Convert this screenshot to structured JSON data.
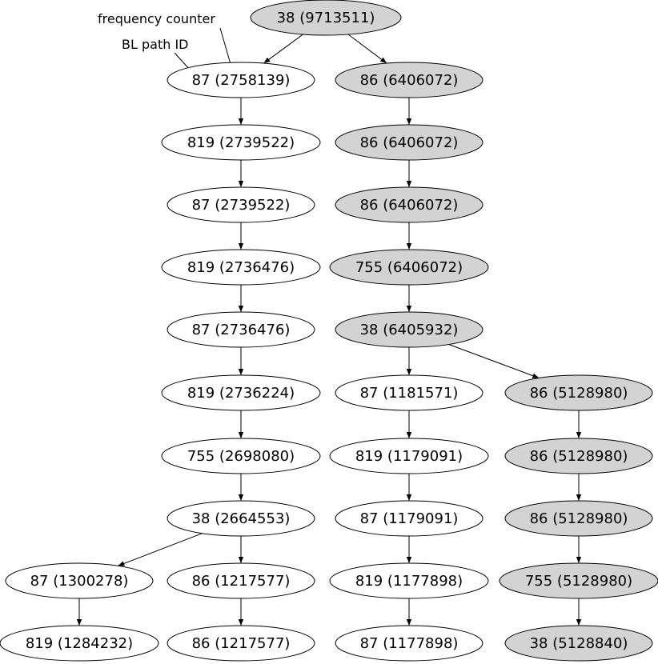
{
  "annotations": {
    "frequency_counter": "frequency counter",
    "bl_path_id": "BL path ID"
  },
  "colors": {
    "highlight_fill": "#d3d3d3",
    "plain_fill": "#ffffff",
    "stroke": "#000000"
  },
  "nodes": [
    {
      "id": "n0",
      "label": "38 (9713511)",
      "highlighted": true
    },
    {
      "id": "n1",
      "label": "87 (2758139)",
      "highlighted": false
    },
    {
      "id": "n2",
      "label": "819 (2739522)",
      "highlighted": false
    },
    {
      "id": "n3",
      "label": "87 (2739522)",
      "highlighted": false
    },
    {
      "id": "n4",
      "label": "819 (2736476)",
      "highlighted": false
    },
    {
      "id": "n5",
      "label": "87 (2736476)",
      "highlighted": false
    },
    {
      "id": "n6",
      "label": "819 (2736224)",
      "highlighted": false
    },
    {
      "id": "n7",
      "label": "755 (2698080)",
      "highlighted": false
    },
    {
      "id": "n8",
      "label": "38 (2664553)",
      "highlighted": false
    },
    {
      "id": "n9",
      "label": "87 (1300278)",
      "highlighted": false
    },
    {
      "id": "n10",
      "label": "819 (1284232)",
      "highlighted": false
    },
    {
      "id": "n11",
      "label": "86 (1217577)",
      "highlighted": false
    },
    {
      "id": "n12",
      "label": "86 (1217577)",
      "highlighted": false
    },
    {
      "id": "n13",
      "label": "86 (6406072)",
      "highlighted": true
    },
    {
      "id": "n14",
      "label": "86 (6406072)",
      "highlighted": true
    },
    {
      "id": "n15",
      "label": "86 (6406072)",
      "highlighted": true
    },
    {
      "id": "n16",
      "label": "755 (6406072)",
      "highlighted": true
    },
    {
      "id": "n17",
      "label": "38 (6405932)",
      "highlighted": true
    },
    {
      "id": "n18",
      "label": "87 (1181571)",
      "highlighted": false
    },
    {
      "id": "n19",
      "label": "819 (1179091)",
      "highlighted": false
    },
    {
      "id": "n20",
      "label": "87 (1179091)",
      "highlighted": false
    },
    {
      "id": "n21",
      "label": "819 (1177898)",
      "highlighted": false
    },
    {
      "id": "n22",
      "label": "87 (1177898)",
      "highlighted": false
    },
    {
      "id": "n23",
      "label": "86 (5128980)",
      "highlighted": true
    },
    {
      "id": "n24",
      "label": "86 (5128980)",
      "highlighted": true
    },
    {
      "id": "n25",
      "label": "86 (5128980)",
      "highlighted": true
    },
    {
      "id": "n26",
      "label": "755 (5128980)",
      "highlighted": true
    },
    {
      "id": "n27",
      "label": "38 (5128840)",
      "highlighted": true
    }
  ],
  "edges": [
    [
      "n0",
      "n1"
    ],
    [
      "n0",
      "n13"
    ],
    [
      "n1",
      "n2"
    ],
    [
      "n2",
      "n3"
    ],
    [
      "n3",
      "n4"
    ],
    [
      "n4",
      "n5"
    ],
    [
      "n5",
      "n6"
    ],
    [
      "n6",
      "n7"
    ],
    [
      "n7",
      "n8"
    ],
    [
      "n8",
      "n9"
    ],
    [
      "n8",
      "n11"
    ],
    [
      "n9",
      "n10"
    ],
    [
      "n11",
      "n12"
    ],
    [
      "n13",
      "n14"
    ],
    [
      "n14",
      "n15"
    ],
    [
      "n15",
      "n16"
    ],
    [
      "n16",
      "n17"
    ],
    [
      "n17",
      "n18"
    ],
    [
      "n17",
      "n23"
    ],
    [
      "n18",
      "n19"
    ],
    [
      "n19",
      "n20"
    ],
    [
      "n20",
      "n21"
    ],
    [
      "n21",
      "n22"
    ],
    [
      "n23",
      "n24"
    ],
    [
      "n24",
      "n25"
    ],
    [
      "n25",
      "n26"
    ],
    [
      "n26",
      "n27"
    ]
  ]
}
